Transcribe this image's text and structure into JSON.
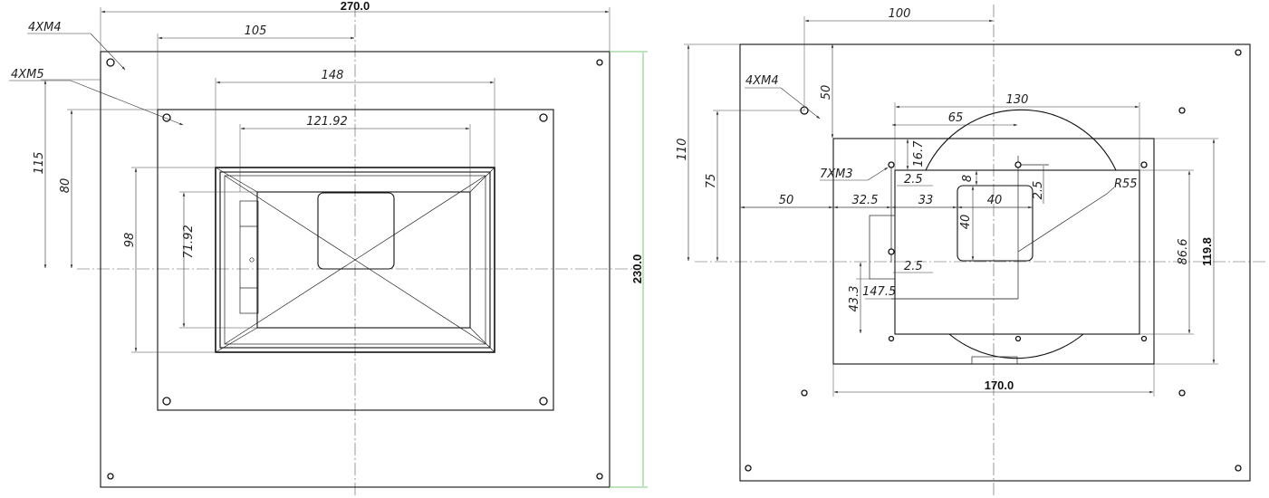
{
  "left_view": {
    "overall_width": "270.0",
    "overall_height": "230.0",
    "dim_105": "105",
    "dim_148": "148",
    "dim_121_92": "121.92",
    "dim_115": "115",
    "dim_80": "80",
    "dim_98": "98",
    "dim_71_92": "71.92",
    "callout_m4": "4XM4",
    "callout_m5": "4XM5"
  },
  "right_view": {
    "dim_100": "100",
    "dim_50_top": "50",
    "dim_110": "110",
    "dim_75": "75",
    "dim_130": "130",
    "dim_65": "65",
    "dim_16_7": "16.7",
    "dim_2_5_a": "2.5",
    "dim_8": "8",
    "dim_2_5_b": "2.5",
    "dim_50_h": "50",
    "dim_32_5": "32.5",
    "dim_33": "33",
    "dim_40_w": "40",
    "dim_40_h": "40",
    "dim_2_5_c": "2.5",
    "dim_43_3": "43.3",
    "dim_147_5": "147.5",
    "dim_86_6": "86.6",
    "dim_119_8": "119.8",
    "dim_170": "170.0",
    "radius_label": "R55",
    "callout_m4": "4XM4",
    "callout_m3": "7XM3"
  }
}
